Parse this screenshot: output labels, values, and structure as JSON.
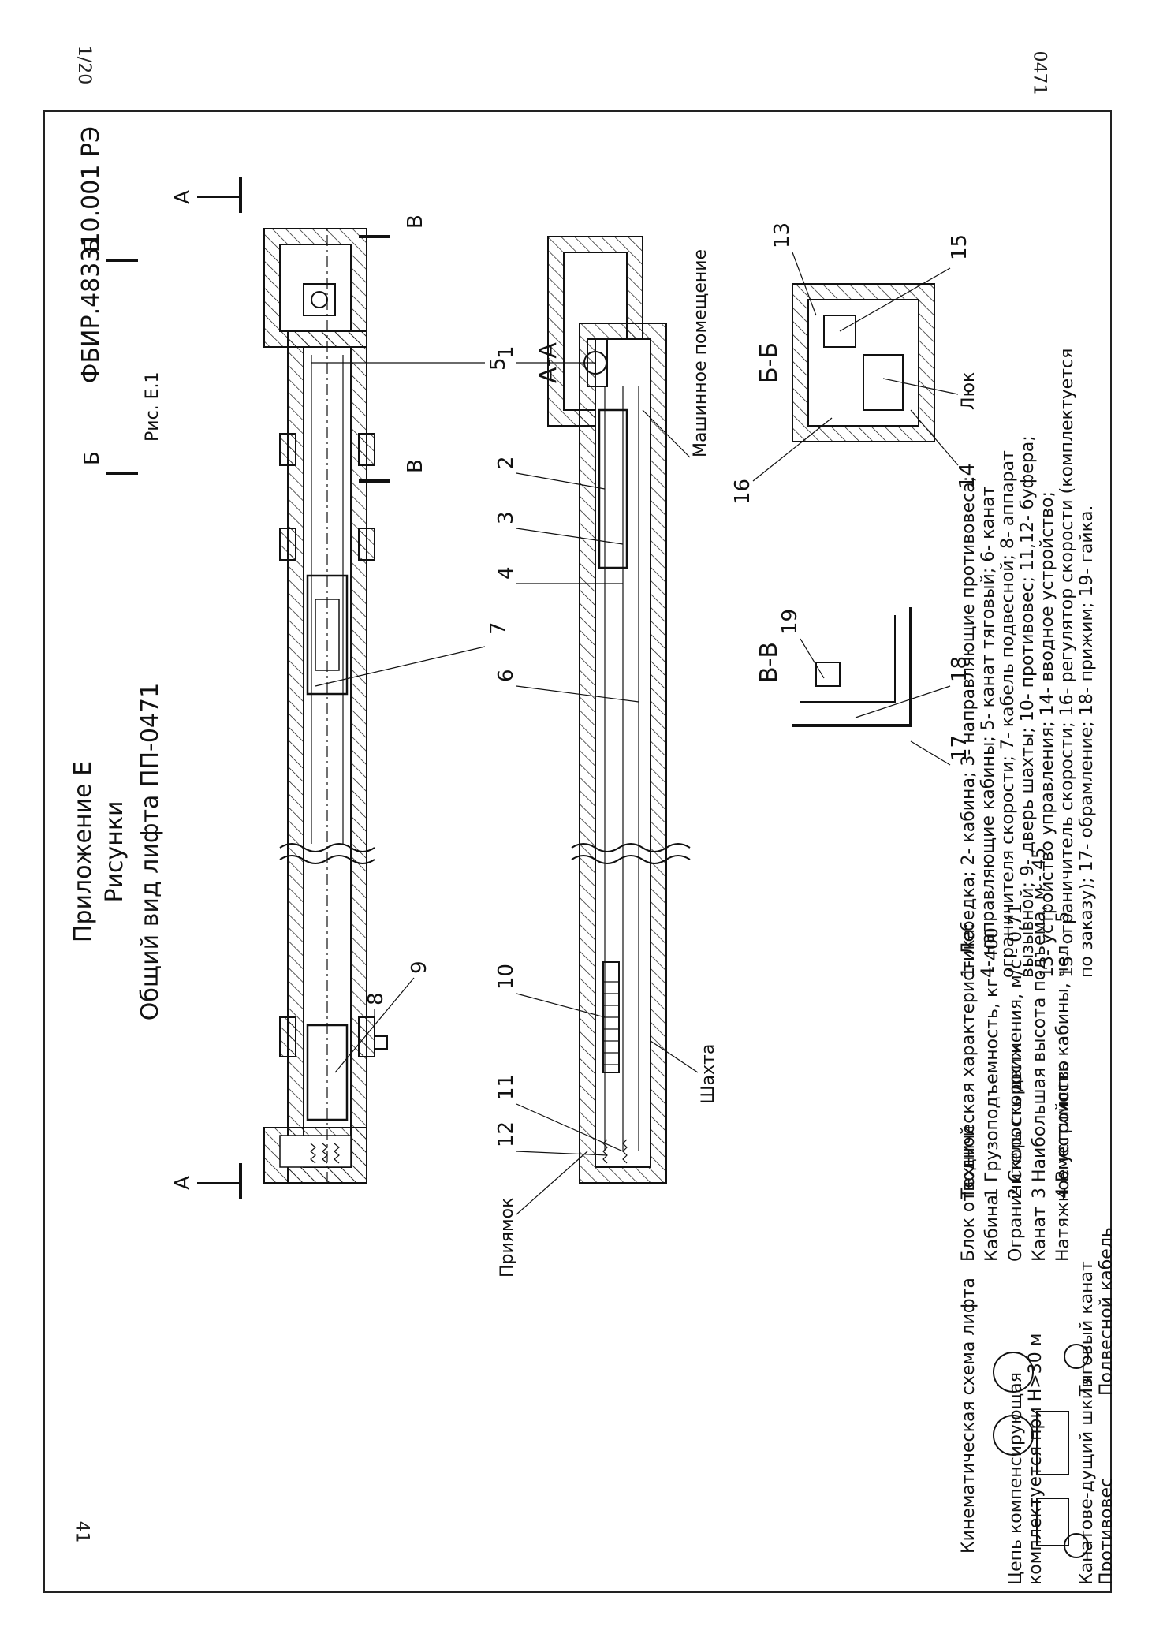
{
  "page": {
    "left_margin_number": "1/20",
    "right_margin_number": "0471",
    "page_number": "41"
  },
  "header": {
    "doc_code": "ФБИР.483310.001 РЭ",
    "appendix": "Приложение Е",
    "section": "Рисунки",
    "title": "Общий вид лифта ПП-0471"
  },
  "figure": {
    "caption": "Рис. Е.1",
    "section_marks": {
      "a": "А",
      "b": "Б",
      "v": "В"
    },
    "section_titles": {
      "aa": "А-А",
      "bb": "Б-Б",
      "vv": "В-В"
    },
    "labels": {
      "machine_room": "Машинное помещение",
      "shaft": "Шахта",
      "pit": "Приямок",
      "hatch": "Люк"
    },
    "numbers": [
      "1",
      "2",
      "3",
      "4",
      "5",
      "6",
      "7",
      "8",
      "9",
      "10",
      "11",
      "12",
      "13",
      "14",
      "15",
      "16",
      "17",
      "18",
      "19"
    ]
  },
  "specs": {
    "title": "Техническая характеристика:",
    "items": [
      "1 Грузоподъемность, кг - 400",
      "2 Скорость движения, м/с - 0,71",
      "3 Наибольшая высота подъема, м - 45",
      "4 Вместимость кабины, чел. - 5"
    ]
  },
  "kinematic": {
    "title": "Кинематическая схема лифта",
    "labels": {
      "sheave": "Канатове-дущий шкив",
      "traction_rope": "Тяговый канат",
      "counterweight": "Противовес",
      "comp_chain": "Цепь компенсирующая",
      "comp_note": "комплектуется при Н>30 м",
      "cable": "Подвесной кабель",
      "deflector": "Блок отводной",
      "cabin": "Кабина",
      "limiter": "Ограничитель скорости",
      "rope": "Канат",
      "tension": "Натяжное устройство"
    }
  },
  "legend": {
    "lines": [
      "1- Лебедка; 2- кабина; 3- направляющие противовеса;",
      "4- направляющие кабины; 5- канат тяговый; 6- канат",
      "ограничителя скорости; 7- кабель подвесной; 8- аппарат",
      "вызывной; 9- дверь шахты; 10- противовес; 11,12- буфера;",
      "13- устройство управления; 14- вводное устройство;",
      "15- ограничитель скорости; 16- регулятор скорости (комплектуется",
      "по заказу); 17- обрамление; 18- прижим; 19- гайка."
    ]
  }
}
